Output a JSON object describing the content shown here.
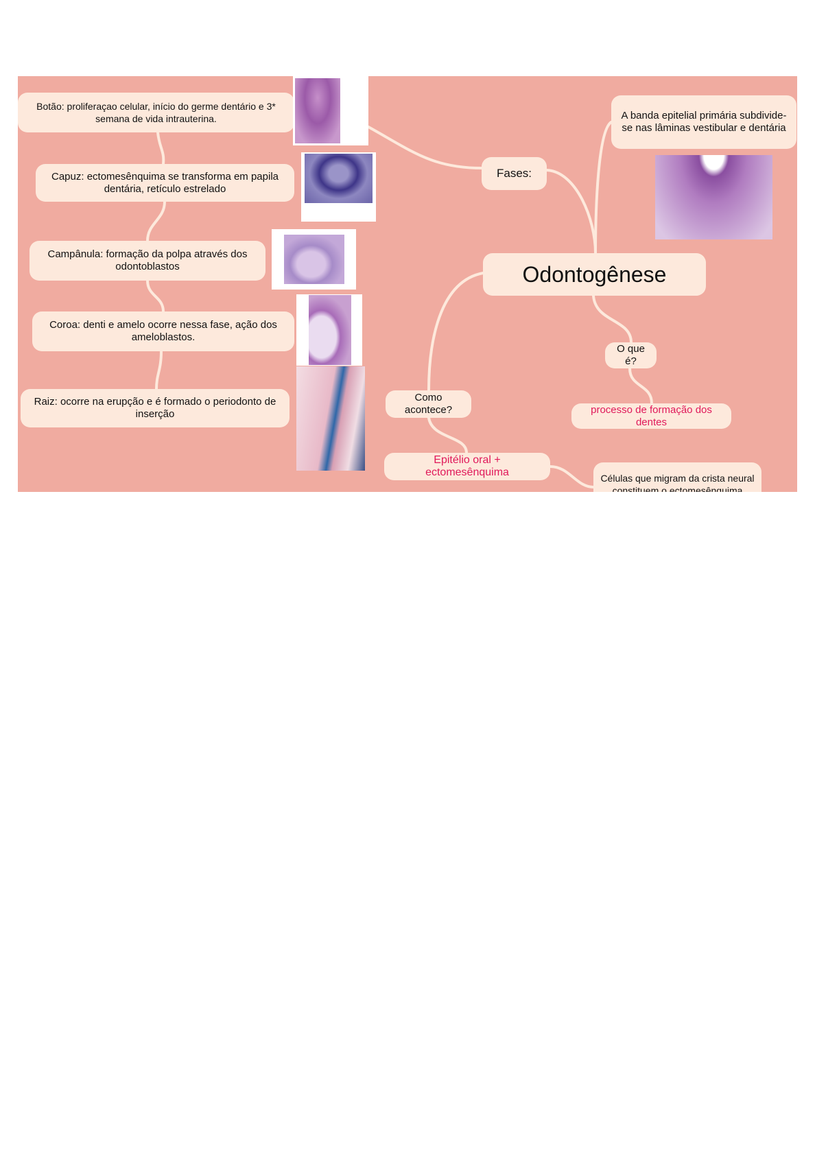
{
  "central": "Odontogênese",
  "branches": {
    "fases": {
      "label": "Fases:",
      "items": [
        "Botão: proliferaçao celular, início do germe dentário e 3* semana de vida intrauterina.",
        "Capuz: ectomesênquima se transforma em papila dentária, retículo estrelado",
        "Campânula: formação da polpa através dos odontoblastos",
        "Coroa: denti e amelo ocorre nessa fase, ação dos ameloblastos.",
        "Raiz: ocorre na erupção e é formado o periodonto de inserção"
      ]
    },
    "banda": "A banda epitelial primária subdivide-se nas lâminas vestibular e dentária",
    "o_que_e": {
      "label": "O que é?",
      "answer": "processo de formação dos dentes"
    },
    "como": {
      "label": "Como acontece?",
      "answer": "Epitélio oral + ectomesênquima",
      "detail": "Células que migram da crista neural constituem o ectomesênquima"
    }
  },
  "colors": {
    "board": "#f0aba0",
    "node": "#fde9dc",
    "link": "#fde9dc",
    "accent_text": "#e0195a"
  }
}
